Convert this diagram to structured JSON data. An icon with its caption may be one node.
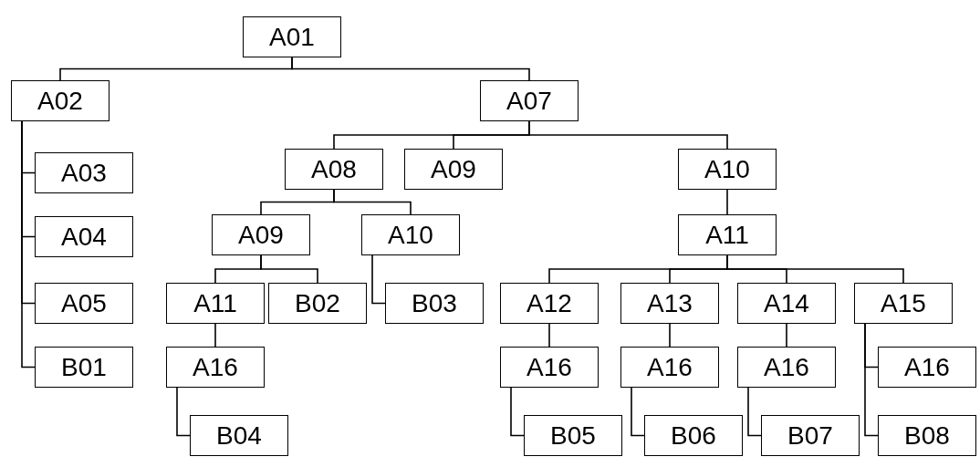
{
  "diagram": {
    "nodes": [
      {
        "text": [
          "A01"
        ]
      },
      {
        "text": [
          "A02"
        ]
      },
      {
        "text": [
          "A07"
        ]
      },
      {
        "text": [
          "A03"
        ]
      },
      {
        "text": [
          "A04"
        ]
      },
      {
        "text": [
          "A05"
        ]
      },
      {
        "text": [
          "B01"
        ]
      },
      {
        "text": [
          "A08"
        ]
      },
      {
        "text": [
          "A09"
        ]
      },
      {
        "text": [
          "A10"
        ]
      },
      {
        "text": [
          "A09"
        ]
      },
      {
        "text": [
          "A10"
        ]
      },
      {
        "text": [
          "A11"
        ]
      },
      {
        "text": [
          "A11"
        ]
      },
      {
        "text": [
          "B02"
        ]
      },
      {
        "text": [
          "B03"
        ]
      },
      {
        "text": [
          "A12"
        ]
      },
      {
        "text": [
          "A13"
        ]
      },
      {
        "text": [
          "A14"
        ]
      },
      {
        "text": [
          "A15"
        ]
      },
      {
        "text": [
          "A16"
        ]
      },
      {
        "text": [
          "A16"
        ]
      },
      {
        "text": [
          "A16"
        ]
      },
      {
        "text": [
          "A16"
        ]
      },
      {
        "text": [
          "A16"
        ]
      },
      {
        "text": [
          "B04"
        ]
      },
      {
        "text": [
          "B05"
        ]
      },
      {
        "text": [
          "B06"
        ]
      },
      {
        "text": [
          "B07"
        ]
      },
      {
        "text": [
          "B08"
        ]
      }
    ],
    "edges": [
      {
        "from": 0,
        "to": 1,
        "arrow": "none"
      },
      {
        "from": 0,
        "to": 2,
        "arrow": "none"
      },
      {
        "from": 1,
        "to": 3,
        "arrow": "none"
      },
      {
        "from": 1,
        "to": 4,
        "arrow": "none"
      },
      {
        "from": 1,
        "to": 5,
        "arrow": "none"
      },
      {
        "from": 1,
        "to": 6,
        "arrow": "none"
      },
      {
        "from": 2,
        "to": 7,
        "arrow": "none"
      },
      {
        "from": 2,
        "to": 8,
        "arrow": "none"
      },
      {
        "from": 2,
        "to": 9,
        "arrow": "none"
      },
      {
        "from": 7,
        "to": 10,
        "arrow": "none"
      },
      {
        "from": 7,
        "to": 11,
        "arrow": "none"
      },
      {
        "from": 9,
        "to": 12,
        "arrow": "none"
      },
      {
        "from": 10,
        "to": 13,
        "arrow": "none"
      },
      {
        "from": 10,
        "to": 14,
        "arrow": "none"
      },
      {
        "from": 11,
        "to": 15,
        "arrow": "none"
      },
      {
        "from": 12,
        "to": 16,
        "arrow": "none"
      },
      {
        "from": 12,
        "to": 17,
        "arrow": "none"
      },
      {
        "from": 12,
        "to": 18,
        "arrow": "none"
      },
      {
        "from": 12,
        "to": 19,
        "arrow": "none"
      },
      {
        "from": 13,
        "to": 20,
        "arrow": "none"
      },
      {
        "from": 16,
        "to": 21,
        "arrow": "none"
      },
      {
        "from": 17,
        "to": 22,
        "arrow": "none"
      },
      {
        "from": 18,
        "to": 23,
        "arrow": "none"
      },
      {
        "from": 19,
        "to": 24,
        "arrow": "none"
      },
      {
        "from": 19,
        "to": 29,
        "arrow": "none"
      },
      {
        "from": 20,
        "to": 25,
        "arrow": "none"
      },
      {
        "from": 21,
        "to": 26,
        "arrow": "none"
      },
      {
        "from": 22,
        "to": 27,
        "arrow": "none"
      },
      {
        "from": 23,
        "to": 28,
        "arrow": "none"
      }
    ]
  }
}
